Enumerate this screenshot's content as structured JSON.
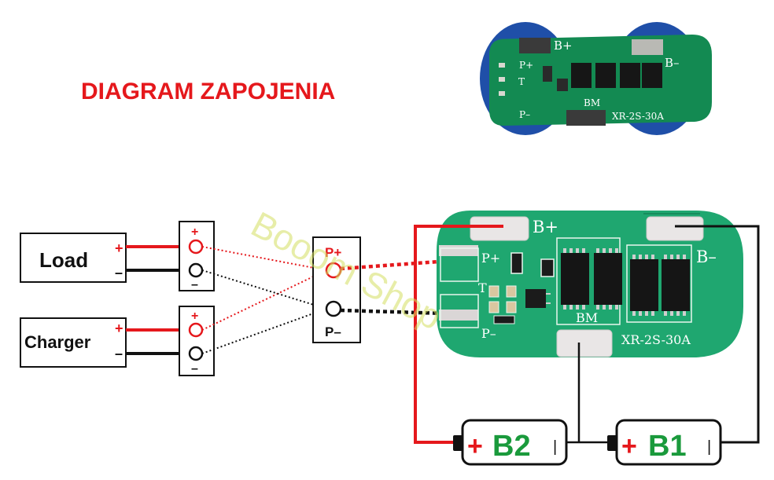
{
  "title": "DIAGRAM ZAPOJENIA",
  "watermark": "Booom Shop",
  "colors": {
    "title": "#e5181c",
    "positive_wire": "#e5181c",
    "negative_wire": "#111111",
    "pcb": "#1fa770",
    "pcb_dark": "#0e6a44",
    "battery_label": "#1a9a3c",
    "battery_plus": "#e5181c"
  },
  "load": {
    "label": "Load",
    "plus": "+",
    "minus": "–"
  },
  "charger": {
    "label": "Charger",
    "plus": "+",
    "minus": "–"
  },
  "terminal_top": {
    "plus": "+",
    "minus": "–"
  },
  "terminal_bottom": {
    "plus": "+",
    "minus": "–"
  },
  "output_block": {
    "plus_label": "P+",
    "minus_label": "P–"
  },
  "pcb_main": {
    "b_plus": "B+",
    "b_minus": "B–",
    "p_plus": "P+",
    "p_minus": "P–",
    "t_label": "T",
    "bm_label": "BM",
    "model": "XR-2S-30A"
  },
  "pcb_photo": {
    "b_plus": "B+",
    "b_minus": "B–",
    "p_plus": "P+",
    "p_minus": "P–",
    "t_label": "T",
    "bm_label": "BM",
    "model": "XR-2S-30A"
  },
  "battery_b2": {
    "plus": "+",
    "label": "B2",
    "minus": "|"
  },
  "battery_b1": {
    "plus": "+",
    "label": "B1",
    "minus": "|"
  }
}
